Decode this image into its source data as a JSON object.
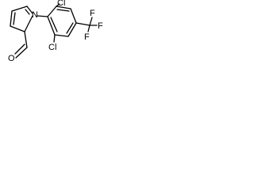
{
  "structure": {
    "atoms": {
      "oxygen": "O",
      "nitrogen": "N",
      "chlorine_top": "Cl",
      "chlorine_bottom": "Cl",
      "fluorine_top": "F",
      "fluorine_right": "F",
      "fluorine_bottom": "F"
    }
  },
  "colors": {
    "ink": "#000000",
    "background": "#ffffff"
  }
}
